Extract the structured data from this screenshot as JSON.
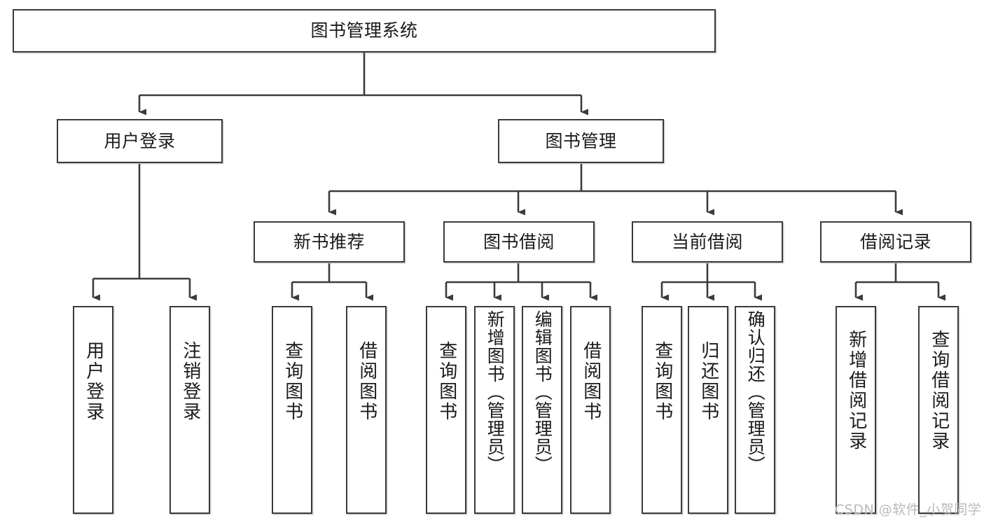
{
  "diagram": {
    "type": "tree",
    "title": "图书管理系统",
    "root": {
      "label": "图书管理系统"
    },
    "level2": [
      {
        "label": "用户登录"
      },
      {
        "label": "图书管理"
      }
    ],
    "level3": [
      {
        "label": "新书推荐"
      },
      {
        "label": "图书借阅"
      },
      {
        "label": "当前借阅"
      },
      {
        "label": "借阅记录"
      }
    ],
    "leaves": {
      "user_login": [
        {
          "label": "用户登录"
        },
        {
          "label": "注销登录"
        }
      ],
      "new_book_recommend": [
        {
          "label": "查询图书"
        },
        {
          "label": "借阅图书"
        }
      ],
      "book_borrow": [
        {
          "label": "查询图书"
        },
        {
          "label": "新增图书（管理员）"
        },
        {
          "label": "编辑图书（管理员）"
        },
        {
          "label": "借阅图书"
        }
      ],
      "current_borrow": [
        {
          "label": "查询图书"
        },
        {
          "label": "归还图书"
        },
        {
          "label": "确认归还（管理员）"
        }
      ],
      "borrow_record": [
        {
          "label": "新增借阅记录"
        },
        {
          "label": "查询借阅记录"
        }
      ]
    }
  },
  "watermark": {
    "text": "CSDN @软件_小贺同学"
  },
  "colors": {
    "border": "#3b3b3b",
    "background": "#ffffff",
    "text": "#1a1a1a",
    "watermark": "#b9b9b9"
  }
}
